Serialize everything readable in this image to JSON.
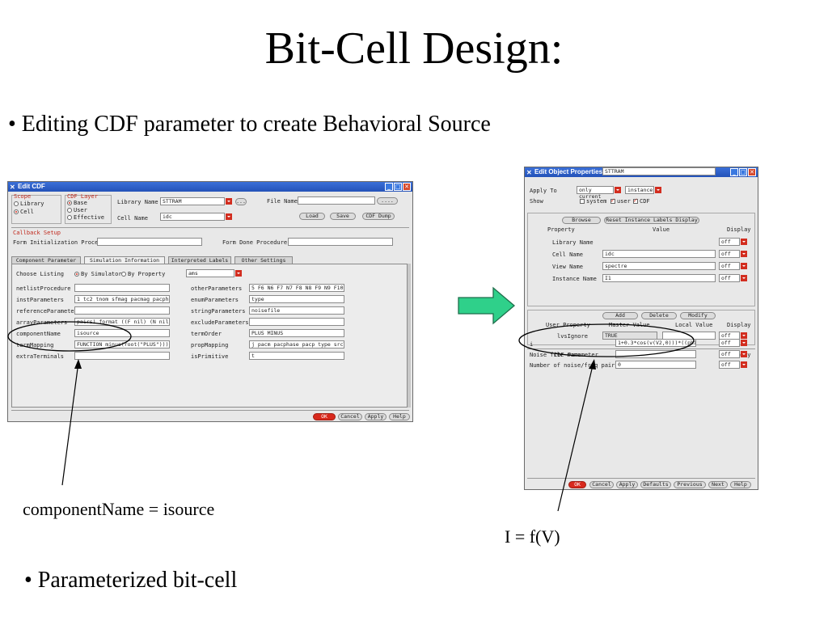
{
  "slide": {
    "title": "Bit-Cell Design:",
    "bullet1": "• Editing CDF parameter to create Behavioral Source",
    "bullet2": "• Parameterized bit-cell",
    "caption_left": "componentName = isource",
    "caption_right": "I = f(V)"
  },
  "colors": {
    "titlebar": "#2452b8",
    "accent_red": "#d22d1f",
    "arrow_green": "#2fd08a"
  },
  "cdf": {
    "title": "Edit CDF",
    "scope_label": "Scope",
    "scope_options": [
      "Library",
      "Cell"
    ],
    "scope_selected": "Cell",
    "layer_label": "CDF Layer",
    "layer_options": [
      "Base",
      "User",
      "Effective"
    ],
    "layer_selected": "Base",
    "library_label": "Library Name",
    "library_value": "STTRAM",
    "cell_label": "Cell Name",
    "cell_value": "idc",
    "file_label": "File Name",
    "file_btn": "....",
    "load_btn": "Load",
    "save_btn": "Save",
    "dump_btn": "CDF Dump",
    "callback_label": "Callback Setup",
    "form_init_label": "Form Initialization Procedure",
    "form_done_label": "Form Done Procedure",
    "tabs": [
      "Component Parameter",
      "Simulation Information",
      "Interpreted Labels",
      "Other Settings"
    ],
    "active_tab": "Simulation Information",
    "choose_label": "Choose Listing",
    "by_sim": "By Simulator",
    "by_prop": "By Property",
    "sim_value": "ams",
    "left_rows": [
      {
        "label": "netlistProcedure",
        "value": ""
      },
      {
        "label": "instParameters",
        "value": "1 tc2 tnom sfmag pacmag pacphase"
      },
      {
        "label": "referenceParameters",
        "value": ""
      },
      {
        "label": "arrayParameters",
        "value": "pairs) format ((F nil) (N nil)))"
      },
      {
        "label": "componentName",
        "value": "isource"
      },
      {
        "label": "termMapping",
        "value": "FUNCTION minus(root(\"PLUS\")))"
      },
      {
        "label": "extraTerminals",
        "value": ""
      }
    ],
    "right_rows": [
      {
        "label": "otherParameters",
        "value": "5 F6 N6 F7 N7 F8 N8 F9 N9 F10 N10"
      },
      {
        "label": "enumParameters",
        "value": "type"
      },
      {
        "label": "stringParameters",
        "value": "noisefile"
      },
      {
        "label": "excludeParameters",
        "value": ""
      },
      {
        "label": "termOrder",
        "value": "PLUS MINUS"
      },
      {
        "label": "propMapping",
        "value": "j pacm pacphase pacp type srcType"
      },
      {
        "label": "isPrimitive",
        "value": "t"
      }
    ],
    "ok_btn": "OK",
    "cancel_btn": "Cancel",
    "apply_btn": "Apply",
    "help_btn": "Help"
  },
  "eop": {
    "title": "Edit Object Properties",
    "apply_to_label": "Apply To",
    "apply_to_value": "only current",
    "apply_to_value2": "instance",
    "show_label": "Show",
    "show_system": "system",
    "show_user": "user",
    "show_cdf": "CDF",
    "browse_btn": "Browse",
    "reset_btn": "Reset Instance Labels Display",
    "prop_header": "Property",
    "value_header": "Value",
    "display_header": "Display",
    "props": [
      {
        "label": "Library Name",
        "value": "STTRAM",
        "display": "off"
      },
      {
        "label": "Cell Name",
        "value": "idc",
        "display": "off"
      },
      {
        "label": "View Name",
        "value": "spectre",
        "display": "off"
      },
      {
        "label": "Instance Name",
        "value": "I1",
        "display": "off"
      }
    ],
    "add_btn": "Add",
    "delete_btn": "Delete",
    "modify_btn": "Modify",
    "user_prop_header": "User Property",
    "master_header": "Master Value",
    "local_header": "Local Value",
    "user_prop_label": "lvsIgnore",
    "user_prop_value": "TRUE",
    "user_prop_display": "off",
    "cdf_param_header": "CDF Parameter",
    "cdf_rows": [
      {
        "label": "i",
        "value": "1+0.3*cos(v(V2,0)))*((phi-OL",
        "display": "off"
      },
      {
        "label": "Noise file name",
        "value": "",
        "display": "off"
      },
      {
        "label": "Number of noise/freq pairs",
        "value": "0",
        "display": "off"
      }
    ],
    "ok_btn": "OK",
    "cancel_btn": "Cancel",
    "apply_btn": "Apply",
    "defaults_btn": "Defaults",
    "previous_btn": "Previous",
    "next_btn": "Next",
    "help_btn": "Help"
  }
}
